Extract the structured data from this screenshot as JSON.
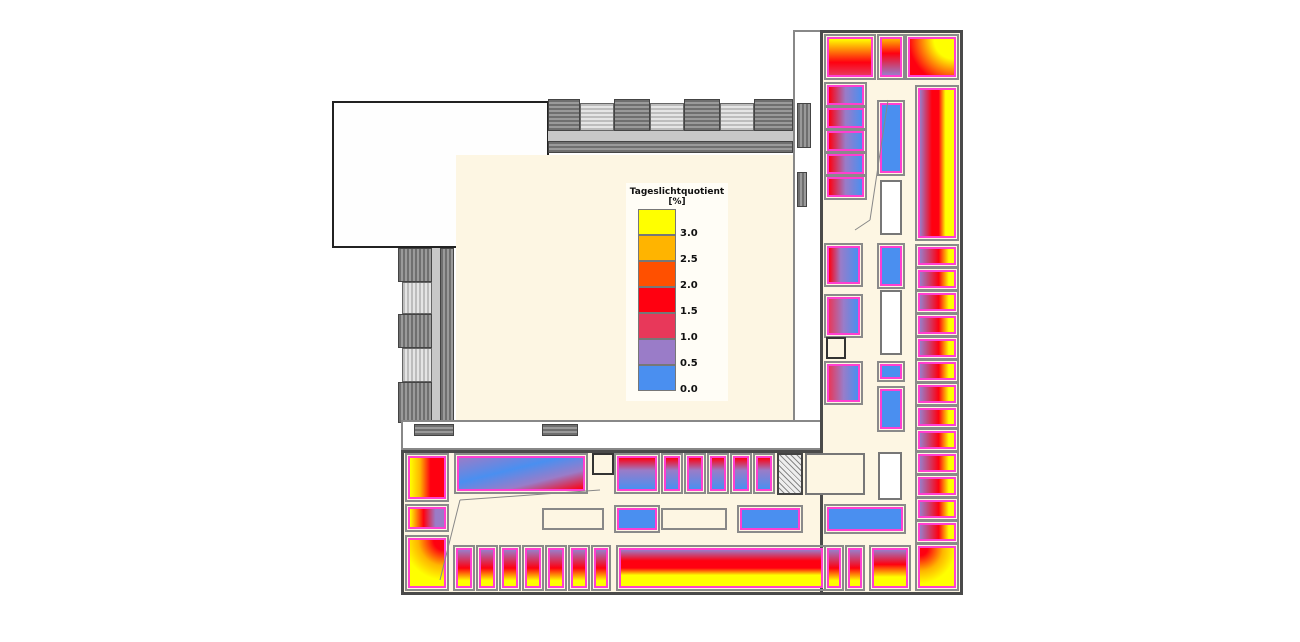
{
  "diagram": {
    "type": "floor-plan-daylight-factor",
    "legend": {
      "title": "Tageslichtquotient",
      "unit": "[%]",
      "entries": [
        {
          "label": "3.0",
          "color": "#ffff00"
        },
        {
          "label": "2.5",
          "color": "#ffb400"
        },
        {
          "label": "2.0",
          "color": "#ff5000"
        },
        {
          "label": "1.5",
          "color": "#ff0010"
        },
        {
          "label": "1.0",
          "color": "#e8385a"
        },
        {
          "label": "0.5",
          "color": "#9a7cc8"
        },
        {
          "label": "0.0",
          "color": "#4a8ff0"
        }
      ]
    },
    "colors": {
      "floor": "#fdf6e3",
      "room_outline": "#ff3fd0",
      "wall": "#555555",
      "high": "#ffff00",
      "mid": "#ff0010",
      "low": "#4a8ff0",
      "purple": "#9a7cc8"
    }
  }
}
